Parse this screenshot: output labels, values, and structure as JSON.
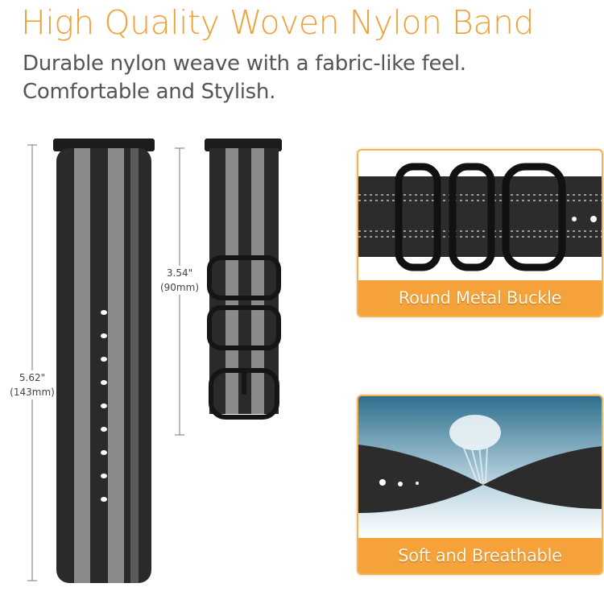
{
  "heading": "High Quality Woven Nylon Band",
  "description": {
    "line1": "Durable nylon weave with a fabric-like feel.",
    "line2": "Comfortable and Stylish."
  },
  "dimensions": {
    "long_strap": {
      "inches": "5.62\"",
      "mm": "(143mm)"
    },
    "short_strap": {
      "inches": "3.54\"",
      "mm": "(90mm)"
    }
  },
  "features": [
    {
      "label": "Round Metal Buckle"
    },
    {
      "label": "Soft and Breathable"
    }
  ],
  "colors": {
    "accent": "#f5a23a",
    "title": "#eea23a",
    "strap_dark": "#2a2a2a",
    "strap_stripe": "#8a8a8a"
  }
}
